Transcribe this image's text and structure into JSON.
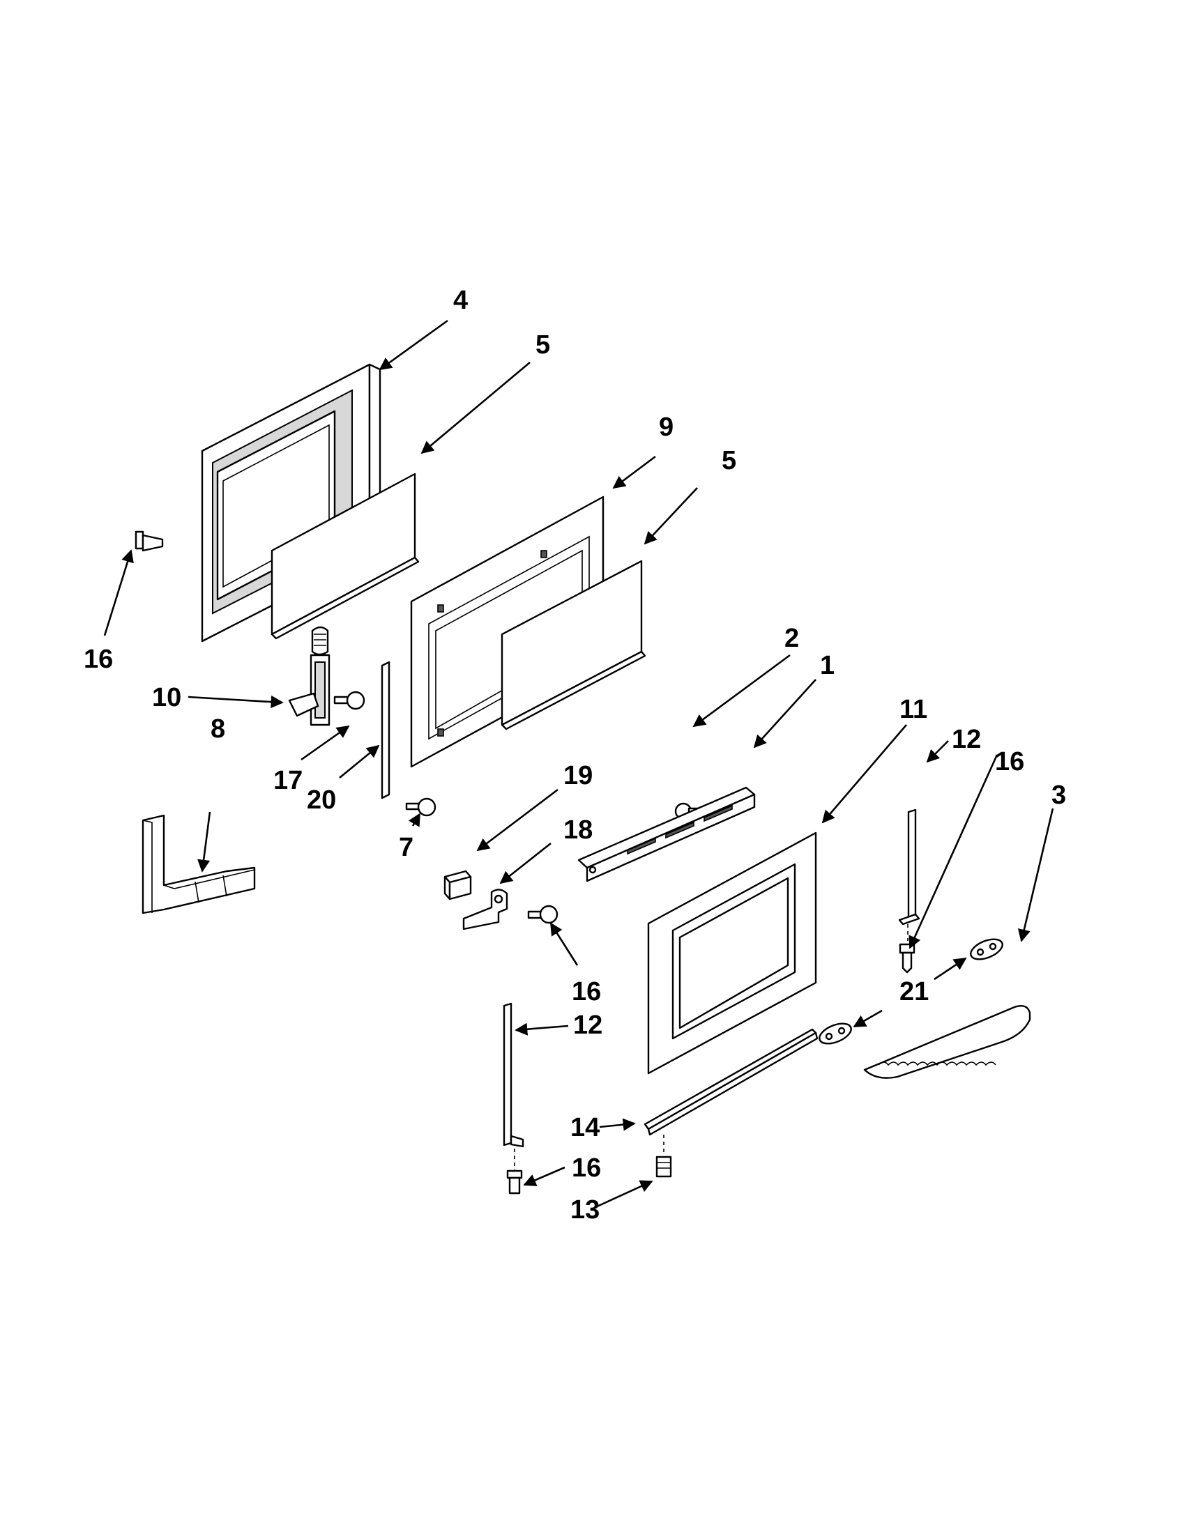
{
  "callouts": {
    "c1": "1",
    "c2": "2",
    "c3": "3",
    "c4": "4",
    "c5a": "5",
    "c5b": "5",
    "c7": "7",
    "c8": "8",
    "c9": "9",
    "c10": "10",
    "c11": "11",
    "c12a": "12",
    "c12b": "12",
    "c13": "13",
    "c14": "14",
    "c16a": "16",
    "c16b": "16",
    "c16c": "16",
    "c16d": "16",
    "c17": "17",
    "c18": "18",
    "c19": "19",
    "c20": "20",
    "c21": "21"
  },
  "colors": {
    "line": "#000000",
    "background": "#ffffff",
    "shade": "#d8d8d8"
  }
}
